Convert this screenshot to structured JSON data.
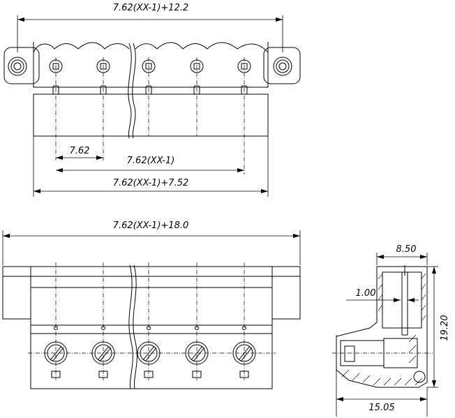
{
  "dimensions": {
    "top_overall": "7.62(XX-1)+12.2",
    "pitch": "7.62",
    "pin_span": "7.62(XX-1)",
    "body_width": "7.62(XX-1)+7.52",
    "front_overall": "7.62(XX-1)+18.0",
    "side_depth": "8.50",
    "pin_thickness": "1.00",
    "side_height": "19.20",
    "side_width": "15.05"
  },
  "pin_count_shown": 5,
  "icons": {
    "screw": "screw-head-icon",
    "mounting_flange": "flange-screw-icon"
  }
}
